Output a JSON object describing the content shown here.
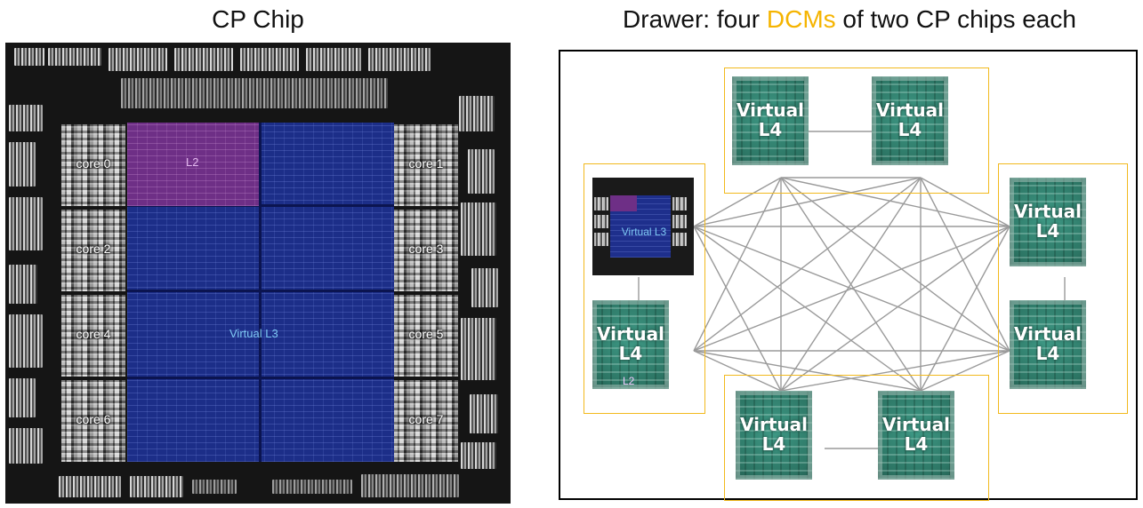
{
  "left_panel": {
    "title": "CP Chip",
    "cores": [
      "core 0",
      "core 1",
      "core 2",
      "core 3",
      "core 4",
      "core 5",
      "core 6",
      "core 7"
    ],
    "l2_label": "L2",
    "l3_label": "Virtual L3"
  },
  "right_panel": {
    "title_prefix": "Drawer: four ",
    "title_highlight": "DCMs",
    "title_suffix": " of two CP chips each",
    "chip_label": "Virtual L4",
    "mini_chip_l2": "L2",
    "mini_chip_l3": "Virtual L3"
  },
  "colors": {
    "highlight": "#f5b400",
    "dcm_border": "#f2b91d",
    "l2": "#6e2f86",
    "l3": "#1c2e88",
    "l4_chip": "#2c7564",
    "link_line": "#9a9a9a"
  }
}
